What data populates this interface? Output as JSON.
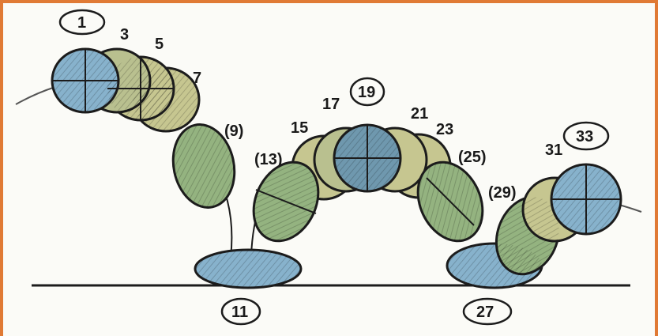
{
  "colors": {
    "blue": "#87b2cc",
    "green": "#94b380",
    "yellow": "#c6c690",
    "outline": "#1c1c1c",
    "frame": "#e07a35"
  },
  "labels": {
    "f1": "1",
    "f3": "3",
    "f5": "5",
    "f7": "7",
    "f9": "(9)",
    "f11": "11",
    "f13": "(13)",
    "f15": "15",
    "f17": "17",
    "f19": "19",
    "f21": "21",
    "f23": "23",
    "f25": "(25)",
    "f27": "27",
    "f29": "(29)",
    "f31": "31",
    "f33": "33"
  }
}
